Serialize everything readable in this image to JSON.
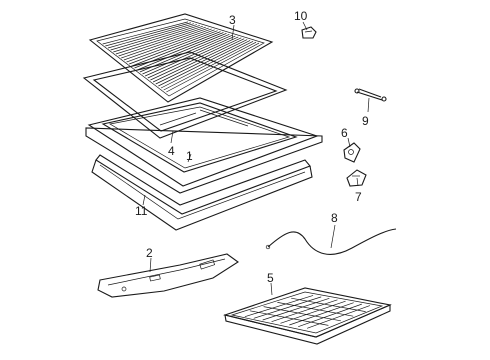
{
  "callouts": {
    "c1": "1",
    "c2": "2",
    "c3": "3",
    "c4": "4",
    "c5": "5",
    "c6": "6",
    "c7": "7",
    "c8": "8",
    "c9": "9",
    "c10": "10",
    "c11": "11"
  },
  "colors": {
    "ink": "#1a1a1a",
    "paper": "#ffffff"
  }
}
